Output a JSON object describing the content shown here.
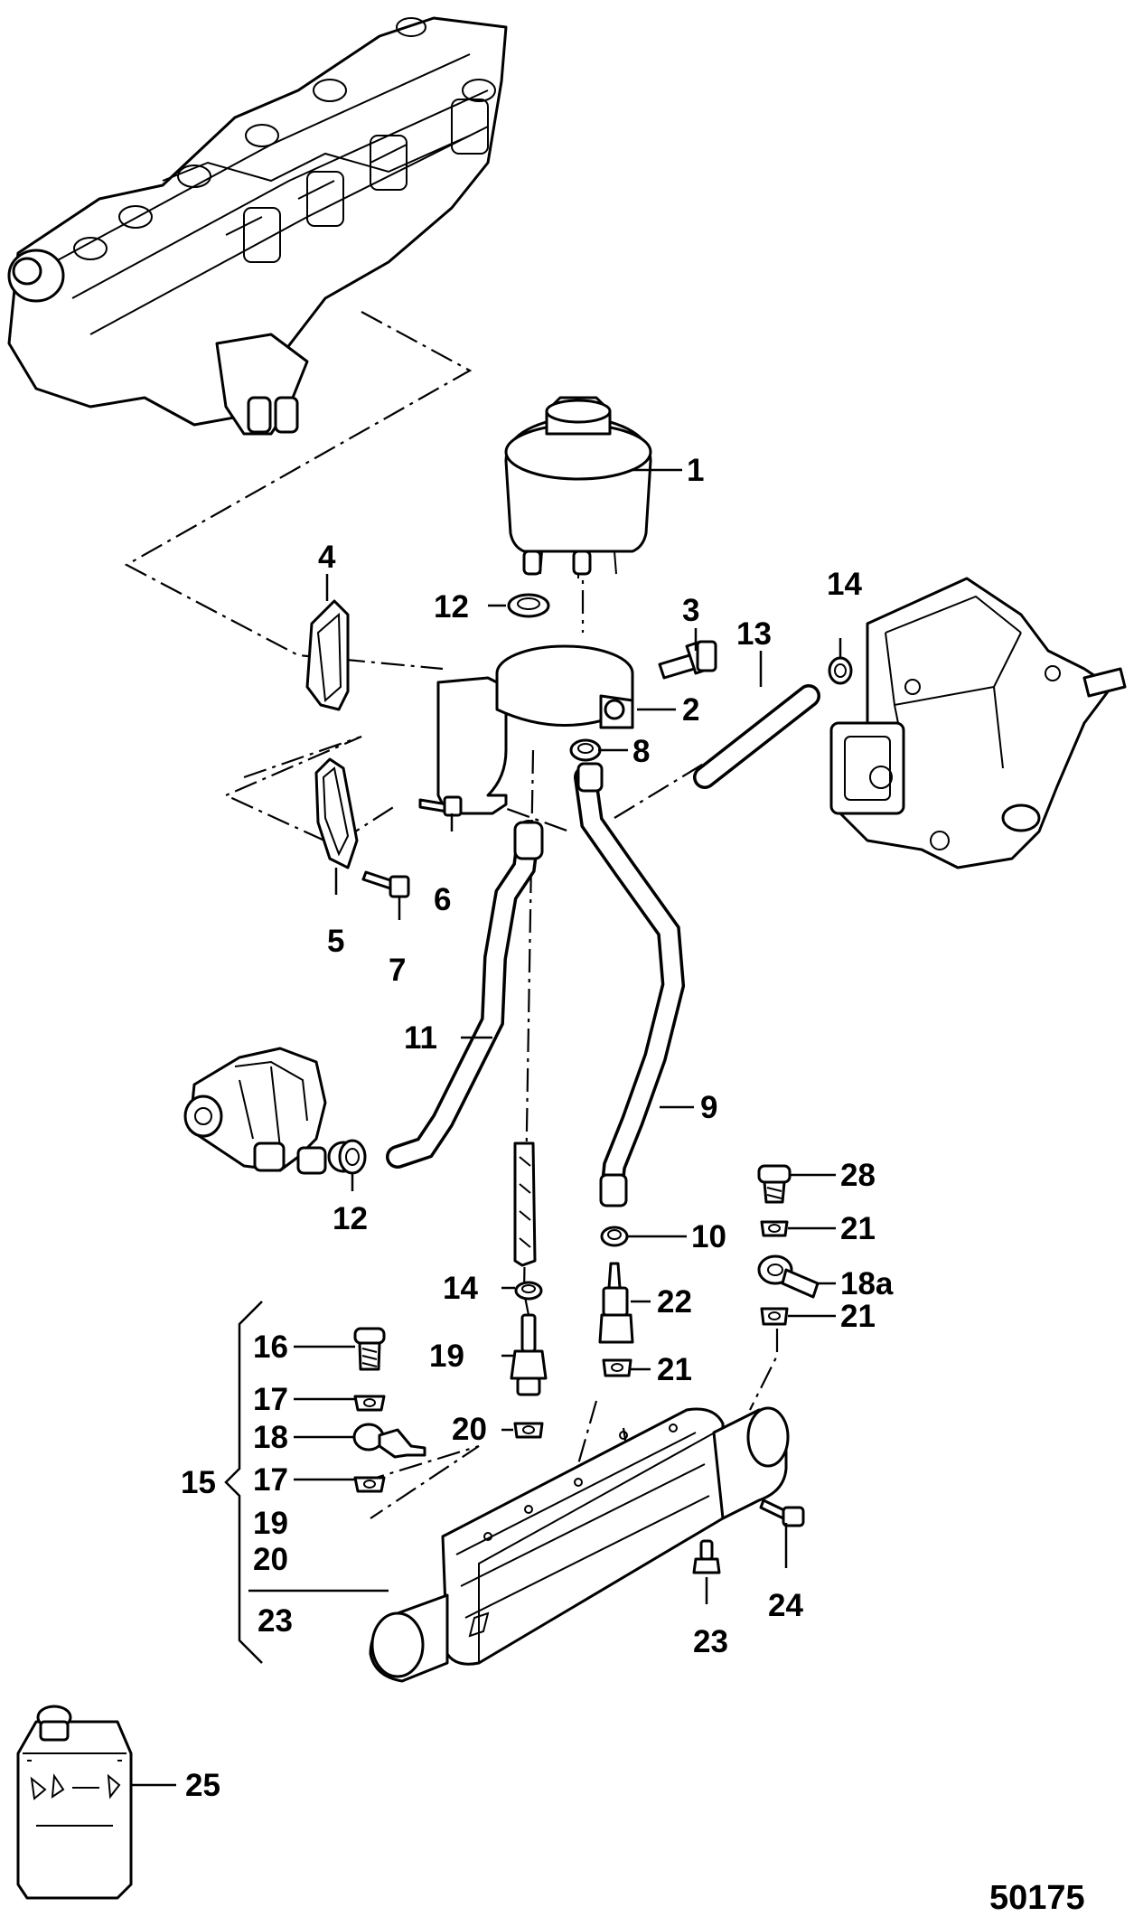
{
  "diagram": {
    "figure_number": "50175",
    "callouts": [
      "1",
      "2",
      "3",
      "4",
      "5",
      "6",
      "7",
      "8",
      "9",
      "10",
      "11",
      "12",
      "13",
      "14",
      "15",
      "16",
      "17",
      "18",
      "18a",
      "19",
      "20",
      "21",
      "22",
      "23",
      "24",
      "25",
      "28"
    ],
    "callout_positions": {}
  },
  "labels": {
    "c1": "1",
    "c2": "2",
    "c3": "3",
    "c4": "4",
    "c5": "5",
    "c6": "6",
    "c7": "7",
    "c8": "8",
    "c9": "9",
    "c10": "10",
    "c11": "11",
    "c12a": "12",
    "c12b": "12",
    "c13": "13",
    "c14a": "14",
    "c14b": "14",
    "c15": "15",
    "c16": "16",
    "c17a": "17",
    "c17b": "17",
    "c18": "18",
    "c18a": "18a",
    "c19a": "19",
    "c19b": "19",
    "c20a": "20",
    "c20b": "20",
    "c21a": "21",
    "c21b": "21",
    "c21c": "21",
    "c22": "22",
    "c23a": "23",
    "c23b": "23",
    "c24": "24",
    "c25": "25",
    "c28": "28"
  }
}
